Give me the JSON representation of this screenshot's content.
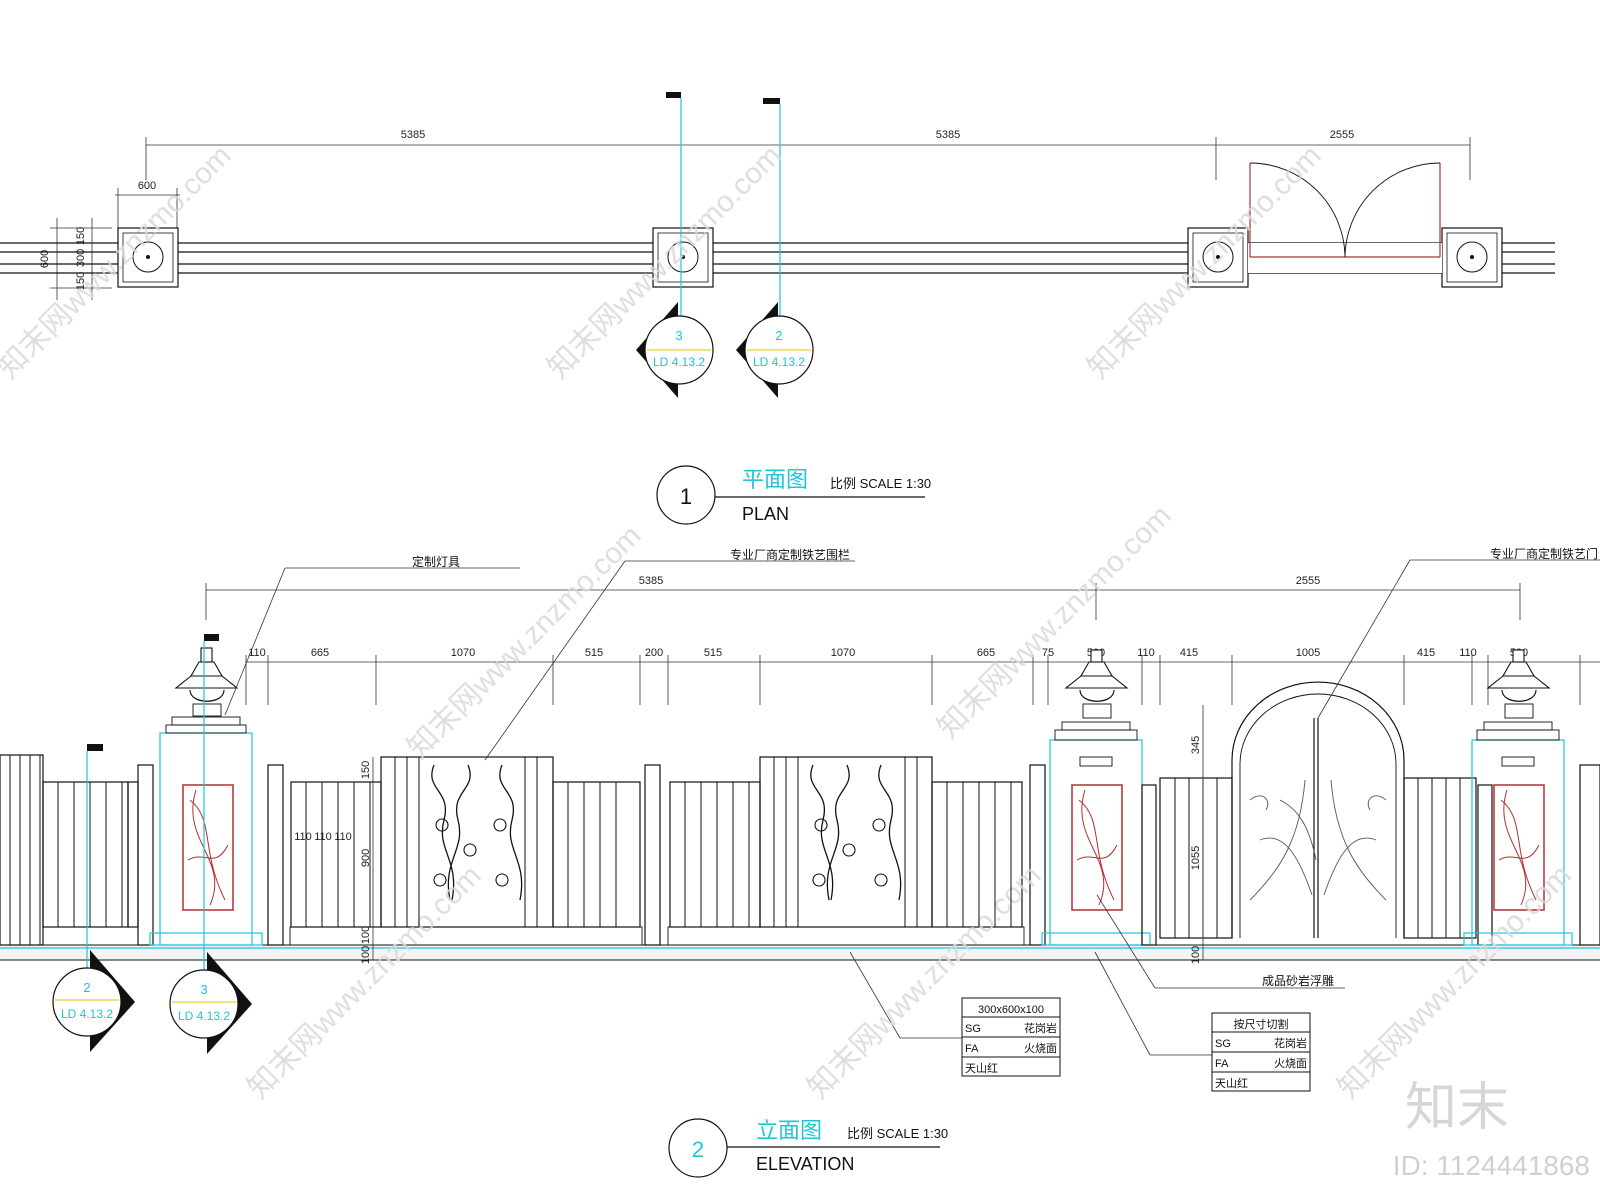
{
  "plan": {
    "dims_top": [
      "5385",
      "5385",
      "2555"
    ],
    "dim_pier": "600",
    "dims_side": [
      "600",
      "150",
      "300",
      "150"
    ],
    "section_marks": [
      {
        "number": "3",
        "ref": "LD 4.13.2"
      },
      {
        "number": "2",
        "ref": "LD 4.13.2"
      }
    ],
    "title": {
      "number": "1",
      "cn": "平面图",
      "scale": "比例 SCALE 1:30",
      "en": "PLAN"
    }
  },
  "elevation": {
    "dims_overall": [
      "5385",
      "2555"
    ],
    "dims_detail": [
      "110",
      "665",
      "1070",
      "515",
      "200",
      "515",
      "1070",
      "665",
      "75",
      "500",
      "110",
      "415",
      "1005",
      "415",
      "110",
      "500"
    ],
    "dims_vertical": [
      "150",
      "110",
      "110",
      "110",
      "900",
      "100",
      "100",
      "345",
      "1055",
      "100"
    ],
    "notes": {
      "lamp": "定制灯具",
      "railing": "专业厂商定制铁艺围栏",
      "gate": "专业厂商定制铁艺门",
      "stone_panel": "成品砂岩浮雕"
    },
    "spec_table_1": {
      "header": "300x600x100",
      "rows": [
        {
          "code": "SG",
          "value": "花岗岩"
        },
        {
          "code": "FA",
          "value": "火烧面"
        },
        {
          "code": "",
          "value": "天山红"
        }
      ]
    },
    "spec_table_2": {
      "header": "按尺寸切割",
      "rows": [
        {
          "code": "SG",
          "value": "花岗岩"
        },
        {
          "code": "FA",
          "value": "火烧面"
        },
        {
          "code": "",
          "value": "天山红"
        }
      ]
    },
    "section_marks": [
      {
        "number": "2",
        "ref": "LD 4.13.2"
      },
      {
        "number": "3",
        "ref": "LD 4.13.2"
      }
    ],
    "title": {
      "number": "2",
      "cn": "立面图",
      "scale": "比例 SCALE 1:30",
      "en": "ELEVATION"
    }
  },
  "watermark": {
    "site": "知末网www.znzmo.com",
    "logo": "知末",
    "id": "ID: 1124441868"
  },
  "colors": {
    "line": "#111111",
    "accent_cyan": "#1fc6d4",
    "accent_red": "#b03030",
    "watermark": "#d0d0d0"
  }
}
